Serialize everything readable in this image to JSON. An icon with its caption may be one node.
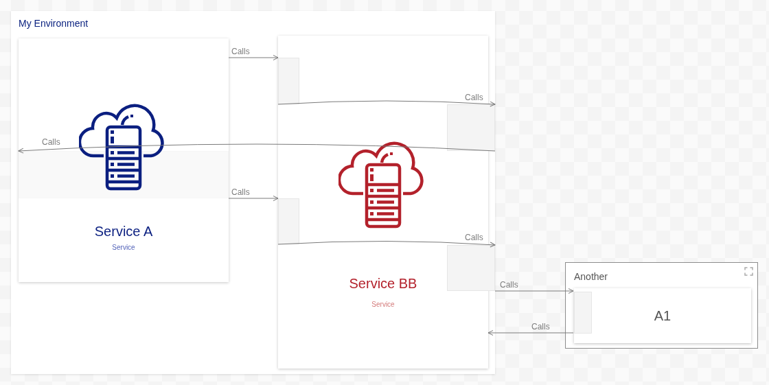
{
  "diagram": {
    "nodes": [
      {
        "text": [
          "My Environment"
        ]
      },
      {
        "text": [
          "Service A",
          "Service"
        ],
        "in": 0
      },
      {
        "text": [],
        "shape": "box",
        "in": 1
      },
      {
        "text": [
          "Service BB",
          "Service"
        ],
        "in": 0
      },
      {
        "text": [],
        "shape": "box",
        "in": 3
      },
      {
        "text": [],
        "shape": "box",
        "in": 3
      },
      {
        "text": [],
        "shape": "box",
        "in": 0
      },
      {
        "text": [],
        "shape": "box",
        "in": 0
      },
      {
        "text": [
          "Another"
        ]
      },
      {
        "text": [
          "A1"
        ],
        "in": 8
      },
      {
        "text": [],
        "shape": "box",
        "in": 9
      }
    ],
    "edges": [
      {
        "from": 1,
        "to": 4,
        "label": "Calls",
        "arrow": "to"
      },
      {
        "from": 4,
        "to": 6,
        "label": "Calls",
        "arrow": "to"
      },
      {
        "from": 6,
        "to": 2,
        "label": "Calls",
        "arrow": "to"
      },
      {
        "from": 1,
        "to": 5,
        "label": "Calls",
        "arrow": "to"
      },
      {
        "from": 5,
        "to": 7,
        "label": "Calls",
        "arrow": "to"
      },
      {
        "from": 7,
        "to": 10,
        "label": "Calls",
        "arrow": "to"
      },
      {
        "from": 10,
        "to": 3,
        "label": "Calls",
        "arrow": "to"
      }
    ]
  }
}
